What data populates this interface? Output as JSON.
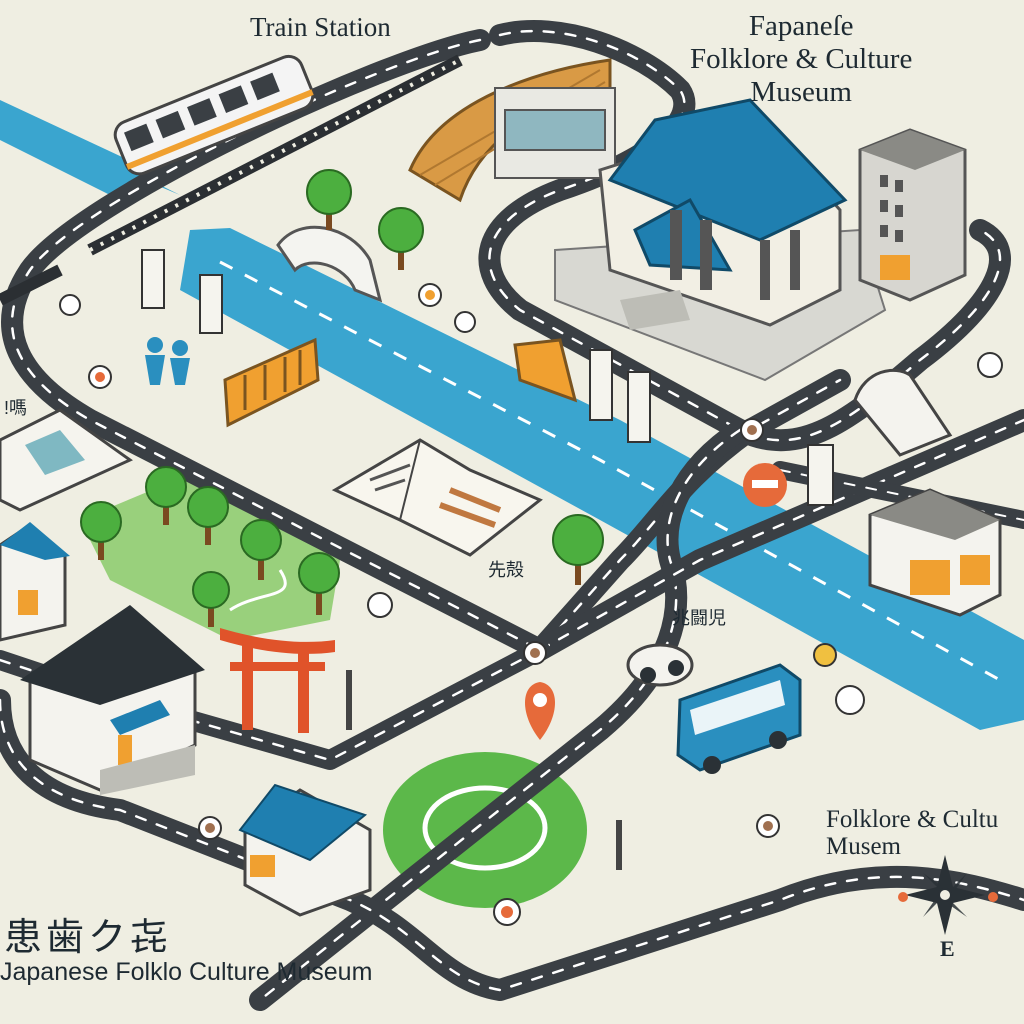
{
  "labels": {
    "train_station": "Train Station",
    "museum_top_line1": "Fapaneſe",
    "museum_top_line2": "Folklore & Culture",
    "museum_top_line3": "Museum",
    "museum_right_line1": "Folklore & Cultu",
    "museum_right_line2": "Musem",
    "bottom_title": "Japanese Folklo Culture Museum",
    "cjk_main": "患歯ク㐂",
    "cjk_small_a": "先殻",
    "cjk_small_b": "兆闘児",
    "cjk_small_c": "!嗎",
    "compass_east": "E"
  },
  "colors": {
    "background": "#efeee2",
    "river": "#3aa5cf",
    "road": "#3a3f44",
    "road_dash": "#ffffff",
    "tree": "#4caf3f",
    "park": "#6cbf4a",
    "roof_blue": "#1f7fb0",
    "torii": "#e0532a",
    "accent_orange": "#f0a030"
  },
  "icons": [
    "train-icon",
    "museum-icon",
    "torii-gate-icon",
    "bus-icon",
    "location-pin-icon",
    "compass-icon",
    "tree-icon",
    "bridge-icon",
    "open-book-icon",
    "signpost-icon",
    "person-icon"
  ]
}
